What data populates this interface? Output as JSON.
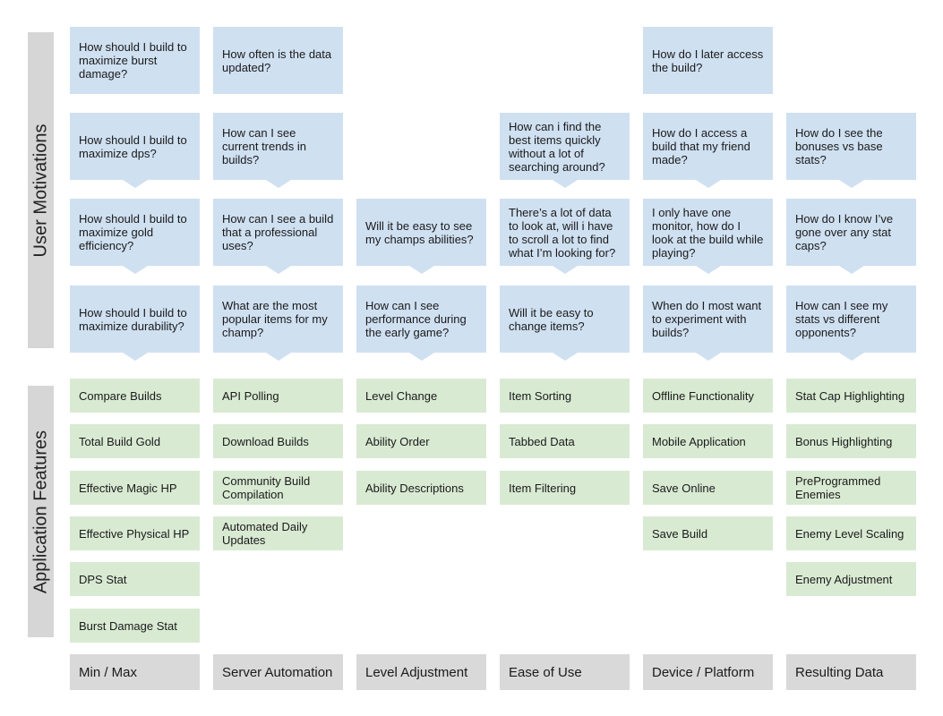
{
  "sections": {
    "motivations_label": "User Motivations",
    "features_label": "Application Features"
  },
  "columns": [
    {
      "category": "Min / Max",
      "questions": [
        "How should I build to maximize burst damage?",
        "How should I build to maximize dps?",
        "How should I build to maximize gold efficiency?",
        "How should I build to maximize durability?"
      ],
      "features": [
        "Compare Builds",
        "Total Build Gold",
        "Effective Magic HP",
        "Effective Physical HP",
        "DPS Stat",
        "Burst Damage Stat"
      ]
    },
    {
      "category": "Server Automation",
      "questions": [
        "How often is the data updated?",
        "How can I see current trends in builds?",
        "How can I see a build that a professional uses?",
        "What are the most popular items for my champ?"
      ],
      "features": [
        "API Polling",
        "Download Builds",
        "Community Build Compilation",
        "Automated Daily Updates"
      ]
    },
    {
      "category": "Level Adjustment",
      "questions": [
        null,
        null,
        "Will it be easy to see my champs abilities?",
        "How can I see performance during the early game?"
      ],
      "features": [
        "Level Change",
        "Ability Order",
        "Ability Descriptions"
      ]
    },
    {
      "category": "Ease of Use",
      "questions": [
        null,
        "How can i find the best items quickly without a lot of searching around?",
        "There’s a lot of data to look at, will i have to scroll a lot to find what I’m looking for?",
        "Will it be easy to change items?"
      ],
      "features": [
        "Item Sorting",
        "Tabbed Data",
        "Item Filtering"
      ]
    },
    {
      "category": "Device / Platform",
      "questions": [
        "How do I later access the build?",
        "How do I access a build that my friend made?",
        "I only have one monitor, how do I look at the build while playing?",
        "When do I most want to experiment with builds?"
      ],
      "features": [
        "Offline Functionality",
        "Mobile Application",
        "Save Online",
        "Save Build"
      ]
    },
    {
      "category": "Resulting Data",
      "questions": [
        null,
        "How do I see the bonuses vs base stats?",
        "How do I know I’ve gone over any stat caps?",
        "How can I see my stats vs different opponents?"
      ],
      "features": [
        "Stat Cap Highlighting",
        "Bonus Highlighting",
        "PreProgrammed Enemies",
        "Enemy Level Scaling",
        "Enemy Adjustment"
      ]
    }
  ],
  "colors": {
    "question_bg": "#cfe0f1",
    "feature_bg": "#d9ead3",
    "category_bg": "#d9d9d9",
    "side_label_bg": "#d6d6d6"
  }
}
